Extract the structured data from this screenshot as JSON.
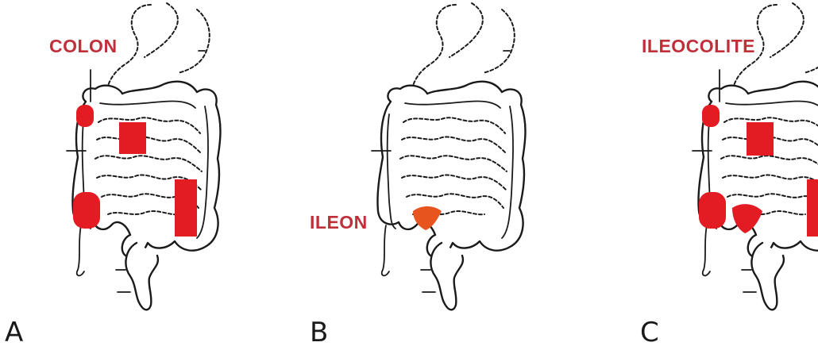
{
  "panels": [
    {
      "letter": "A",
      "label": "COLON",
      "highlight": "colon"
    },
    {
      "letter": "B",
      "label": "ILEON",
      "highlight": "ileum"
    },
    {
      "letter": "C",
      "label": "ILEOCOLITE",
      "highlight": "colon-and-ileum"
    }
  ],
  "colors": {
    "lesion_red": "#e31b23",
    "ileum_orange": "#e8541e",
    "label_red": "#c0303a",
    "outline": "#1a1a1a"
  }
}
